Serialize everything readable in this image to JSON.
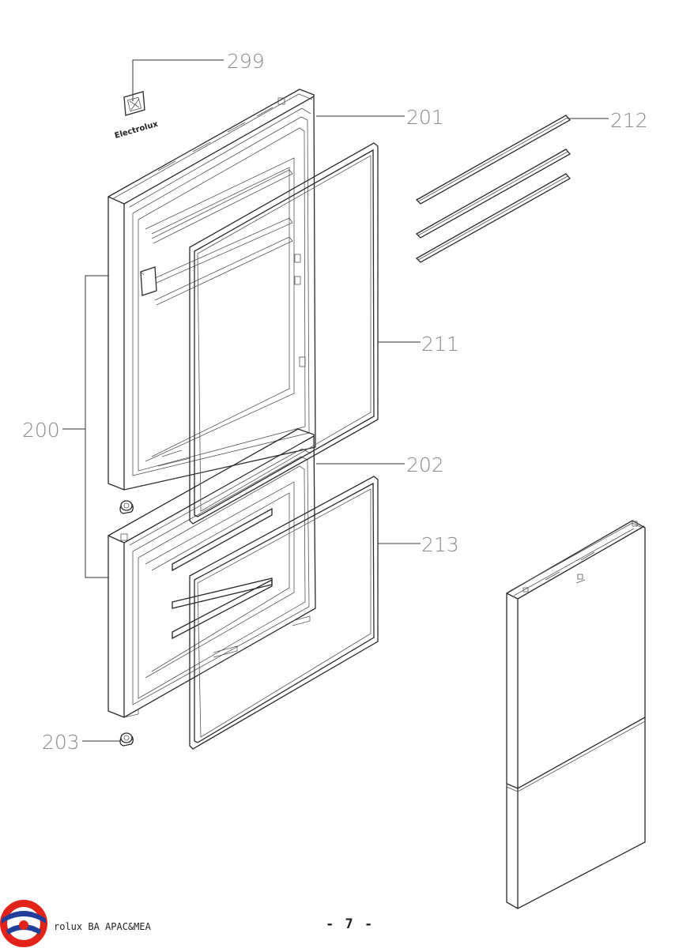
{
  "callouts": {
    "c299": "299",
    "c201": "201",
    "c212": "212",
    "c211": "211",
    "c200": "200",
    "c202": "202",
    "c213": "213",
    "c203": "203"
  },
  "emblem": {
    "brand_text": "Electrolux"
  },
  "footer": {
    "company": "rolux BA APAC&MEA",
    "page_number": "- 7 -"
  },
  "colors": {
    "line": "#2a2a2a",
    "callout_text": "#8a8a8a",
    "logo_red": "#e2231a",
    "logo_blue": "#1f3f9b"
  }
}
